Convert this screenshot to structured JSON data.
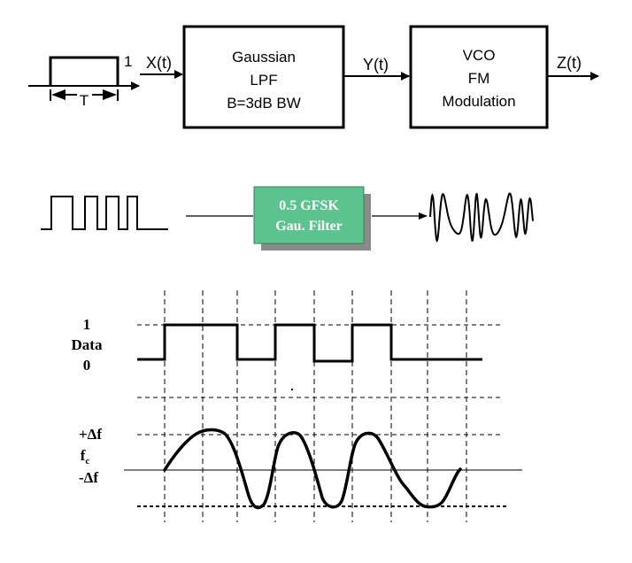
{
  "block_diagram": {
    "pulse_amplitude": "1",
    "pulse_width": "T",
    "signal_x": "X(t)",
    "signal_y": "Y(t)",
    "signal_z": "Z(t)",
    "lpf_block": {
      "line1": "Gaussian",
      "line2": "LPF",
      "line3": "B=3dB BW"
    },
    "vco_block": {
      "line1": "VCO",
      "line2": "FM",
      "line3": "Modulation"
    }
  },
  "gfsk_chain": {
    "filter_line1": "0.5 GFSK",
    "filter_line2": "Gau. Filter",
    "filter_color": "#5cc28e"
  },
  "timing_diagram": {
    "data_high": "1",
    "data_label": "Data",
    "data_low": "0",
    "freq_plus": "+Δf",
    "freq_center_base": "f",
    "freq_center_sub": "c",
    "freq_minus": "-Δf",
    "data_bits": [
      1,
      1,
      0,
      1,
      0,
      1,
      0,
      0,
      0
    ]
  }
}
